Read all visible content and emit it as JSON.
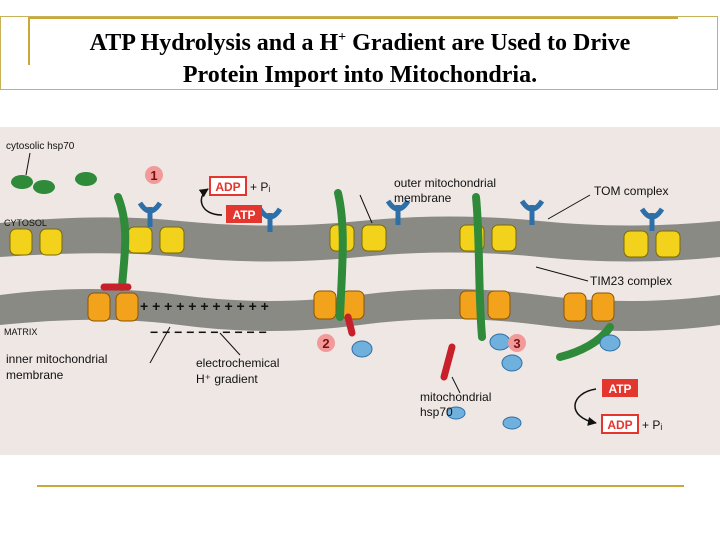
{
  "slide": {
    "title_line1_part1": "ATP  Hydrolysis and a H",
    "title_superscript": "+",
    "title_line1_part2": " Gradient are Used to Drive",
    "title_line2": "Protein Import into Mitochondria."
  },
  "figure": {
    "labels": {
      "cytosolic_hsp70": "cytosolic hsp70",
      "cytosol": "CYTOSOL",
      "matrix": "MATRIX",
      "outer_membrane_1": "outer mitochondrial",
      "outer_membrane_2": "membrane",
      "inner_membrane_1": "inner mitochondrial",
      "inner_membrane_2": "membrane",
      "tom_complex": "TOM complex",
      "tim23_complex": "TIM23 complex",
      "electrochemical_1": "electrochemical",
      "electrochemical_2": "H⁺ gradient",
      "mito_hsp70_1": "mitochondrial",
      "mito_hsp70_2": "hsp70",
      "adp_top": "ADP",
      "pi_top": "+ Pᵢ",
      "atp_top": "ATP",
      "atp_bottom": "ATP",
      "adp_bottom": "ADP",
      "pi_bottom": "+ Pᵢ",
      "step1": "1",
      "step2": "2",
      "step3": "3",
      "plus_row": "+ + + + + + + + + + +",
      "minus_row": "− − − − − − − − − −"
    },
    "colors": {
      "membrane": "#8a8a84",
      "tom_yellow": "#f2d21b",
      "tim_orange": "#f3a21c",
      "hsp70_blue": "#6fb0dc",
      "protein_green": "#2f8a3a",
      "presequence_red": "#c8202a",
      "step_pink": "#f29a9a",
      "badge_red": "#e2362e"
    }
  }
}
